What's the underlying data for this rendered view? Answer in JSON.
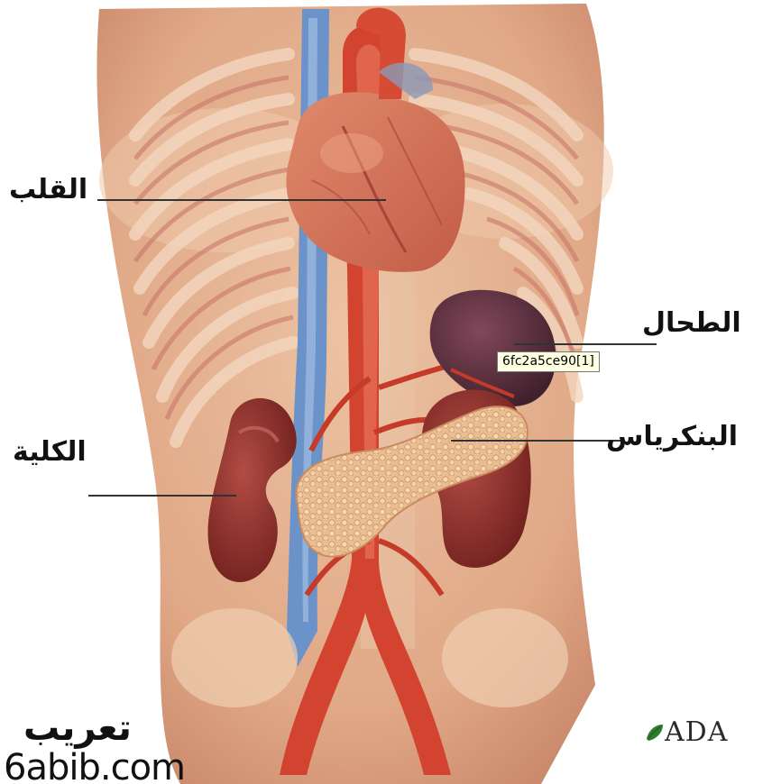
{
  "labels": {
    "heart": "القلب",
    "spleen": "الطحال",
    "pancreas": "البنكرياس",
    "kidney": "الكلية"
  },
  "tooltip": "6fc2a5ce90[1]",
  "watermark": {
    "arabic": "تعريب",
    "site": "6abib.com"
  },
  "logo": "ADA",
  "colors": {
    "skin": "#e2ad8c",
    "artery": "#d0402c",
    "vein": "#5d86c0",
    "kidney": "#8a2a26",
    "spleen": "#5a2c3c",
    "pancreas": "#e6b98c"
  }
}
